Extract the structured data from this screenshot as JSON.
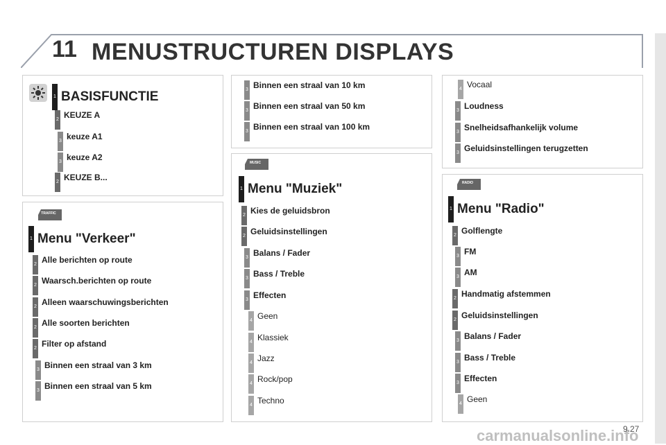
{
  "header": {
    "chapter": "11",
    "title": "MENUSTRUCTUREN DISPLAYS"
  },
  "basis": {
    "title": "BASISFUNCTIE",
    "items": [
      {
        "level": "2",
        "label": "KEUZE A"
      },
      {
        "level": "3",
        "label": "keuze A1"
      },
      {
        "level": "3",
        "label": "keuze A2"
      },
      {
        "level": "2",
        "label": "KEUZE B..."
      }
    ]
  },
  "verkeer": {
    "badge": "TRAFFIC",
    "title": "Menu \"Verkeer\"",
    "items": [
      {
        "level": "2",
        "label": "Alle berichten op route"
      },
      {
        "level": "2",
        "label": "Waarsch.berichten op route"
      },
      {
        "level": "2",
        "label": "Alleen waarschuwingsberichten"
      },
      {
        "level": "2",
        "label": "Alle soorten berichten"
      },
      {
        "level": "2",
        "label": "Filter op afstand"
      },
      {
        "level": "3",
        "label": "Binnen een straal van 3 km"
      },
      {
        "level": "3",
        "label": "Binnen een straal van 5 km"
      }
    ]
  },
  "verkeer_cont": {
    "items": [
      {
        "level": "3",
        "label": "Binnen een straal van 10 km"
      },
      {
        "level": "3",
        "label": "Binnen een straal van 50 km"
      },
      {
        "level": "3",
        "label": "Binnen een straal van 100 km"
      }
    ]
  },
  "muziek": {
    "badge": "MUSIC",
    "title": "Menu \"Muziek\"",
    "items": [
      {
        "level": "2",
        "label": "Kies de geluidsbron"
      },
      {
        "level": "2",
        "label": "Geluidsinstellingen"
      },
      {
        "level": "3",
        "label": "Balans / Fader"
      },
      {
        "level": "3",
        "label": "Bass / Treble"
      },
      {
        "level": "3",
        "label": "Effecten"
      },
      {
        "level": "4",
        "label": "Geen"
      },
      {
        "level": "4",
        "label": "Klassiek"
      },
      {
        "level": "4",
        "label": "Jazz"
      },
      {
        "level": "4",
        "label": "Rock/pop"
      },
      {
        "level": "4",
        "label": "Techno"
      }
    ]
  },
  "muziek_cont": {
    "items": [
      {
        "level": "4",
        "label": "Vocaal"
      },
      {
        "level": "3",
        "label": "Loudness"
      },
      {
        "level": "3",
        "label": "Snelheidsafhankelijk volume"
      },
      {
        "level": "3",
        "label": "Geluidsinstellingen terugzetten"
      }
    ]
  },
  "radio": {
    "badge": "RADIO",
    "title": "Menu \"Radio\"",
    "items": [
      {
        "level": "2",
        "label": "Golflengte"
      },
      {
        "level": "3",
        "label": "FM"
      },
      {
        "level": "3",
        "label": "AM"
      },
      {
        "level": "2",
        "label": "Handmatig afstemmen"
      },
      {
        "level": "2",
        "label": "Geluidsinstellingen"
      },
      {
        "level": "3",
        "label": "Balans / Fader"
      },
      {
        "level": "3",
        "label": "Bass / Treble"
      },
      {
        "level": "3",
        "label": "Effecten"
      },
      {
        "level": "4",
        "label": "Geen"
      }
    ]
  },
  "footer": {
    "page": "9.27",
    "watermark": "carmanualsonline.info"
  },
  "colors": {
    "level1": "#1e1e1e",
    "level2": "#6a6a6a",
    "level3": "#8a8a8a",
    "level4": "#a6a6a6",
    "badge": "#666666"
  }
}
